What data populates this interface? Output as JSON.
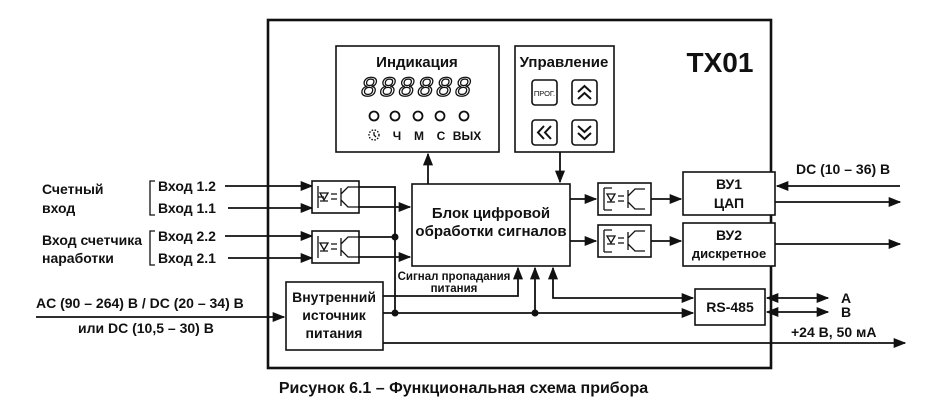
{
  "device_title": "ТХ01",
  "indication": {
    "title": "Индикация",
    "digits": "888888",
    "led_labels": [
      "⏲",
      "Ч",
      "М",
      "С",
      "ВЫХ"
    ]
  },
  "control": {
    "title": "Управление",
    "buttons": [
      {
        "name": "prog",
        "label": "ПРОГ."
      },
      {
        "name": "up",
        "label": "up-double-chevron"
      },
      {
        "name": "left",
        "label": "left-double-chevron"
      },
      {
        "name": "down",
        "label": "down-double-chevron"
      }
    ]
  },
  "inputs": {
    "counter_group_label": [
      "Счетный",
      "вход"
    ],
    "runtime_group_label": [
      "Вход счетчика",
      "наработки"
    ],
    "in_1_2": "Вход 1.2",
    "in_1_1": "Вход 1.1",
    "in_2_2": "Вход 2.2",
    "in_2_1": "Вход 2.1"
  },
  "dsp_block": [
    "Блок цифровой",
    "обработки сигналов"
  ],
  "power_fail_signal": [
    "Сигнал пропадания",
    "питания"
  ],
  "power_supply": {
    "block": [
      "Внутренний",
      "источник",
      "питания"
    ],
    "input_label_1": "AC (90 – 264) В / DC (20 – 34) В",
    "input_label_2": "или DC (10,5 – 30) В"
  },
  "outputs": {
    "vu1": [
      "ВУ1",
      "ЦАП"
    ],
    "vu2": [
      "ВУ2",
      "дискретное"
    ],
    "dc_label": "DC (10 – 36) В",
    "rs485": "RS-485",
    "line_a": "A",
    "line_b": "B",
    "aux_power": "+24 В, 50 мА"
  },
  "caption": "Рисунок 6.1 – Функциональная схема прибора"
}
